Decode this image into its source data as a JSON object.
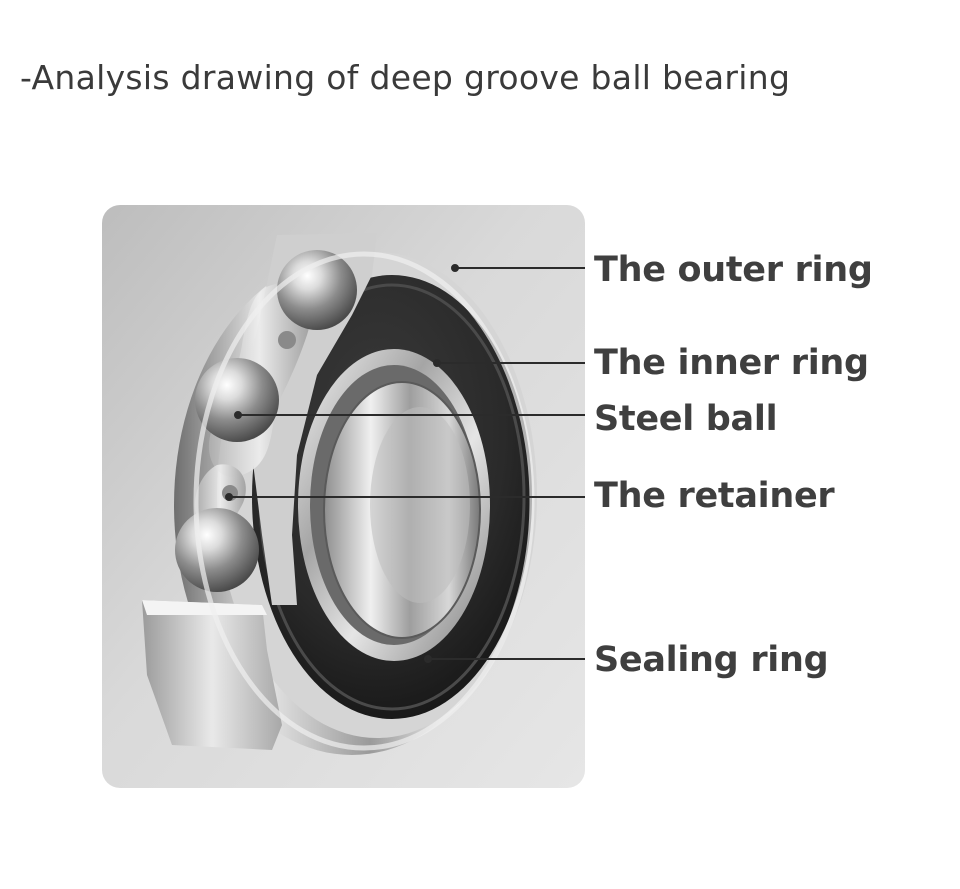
{
  "title": "-Analysis drawing of deep groove ball bearing",
  "image": {
    "subject": "deep groove ball bearing cutaway"
  },
  "callouts": [
    {
      "id": "outer",
      "label": "The outer ring"
    },
    {
      "id": "inner",
      "label": "The inner ring"
    },
    {
      "id": "ball",
      "label": "Steel ball"
    },
    {
      "id": "retainer",
      "label": "The retainer"
    },
    {
      "id": "seal",
      "label": "Sealing ring"
    }
  ],
  "colors": {
    "text": "#3f3f3f",
    "leader_line": "#2b2b2b",
    "panel_background": "#c9c9c9",
    "seal_rubber": "#2a2a2a",
    "steel_highlight": "#f4f4f4"
  }
}
